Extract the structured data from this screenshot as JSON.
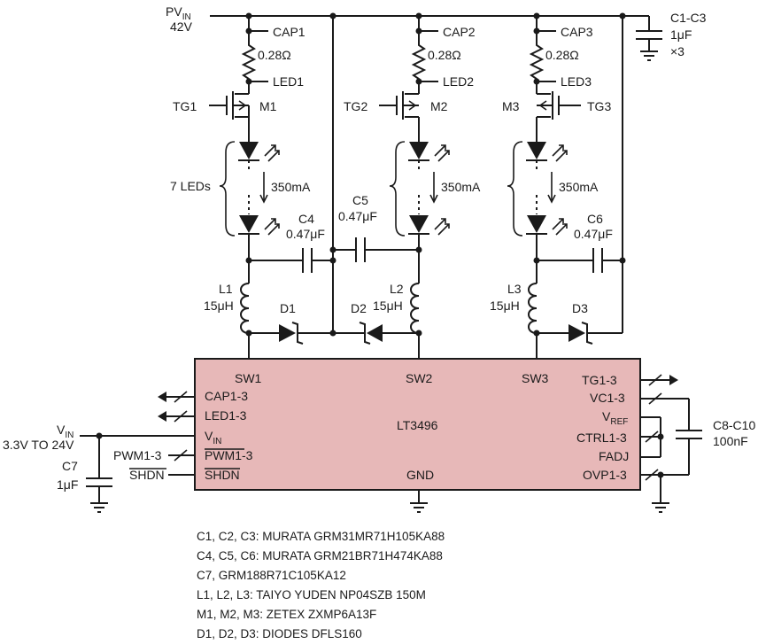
{
  "supply": {
    "pvin_main": "PV",
    "pvin_sub": "IN",
    "pvin_value": "42V"
  },
  "caps_bank": {
    "name": "C1-C3",
    "value": "1μF",
    "mult": "×3"
  },
  "channels": [
    {
      "cap": "CAP1",
      "res": "0.28Ω",
      "led": "LED1",
      "tg": "TG1",
      "fet": "M1",
      "inductor": "L1",
      "ind_value": "15μH",
      "diode": "D1"
    },
    {
      "cap": "CAP2",
      "res": "0.28Ω",
      "led": "LED2",
      "tg": "TG2",
      "fet": "M2",
      "inductor": "L2",
      "ind_value": "15μH",
      "diode": "D2"
    },
    {
      "cap": "CAP3",
      "res": "0.28Ω",
      "led": "LED3",
      "tg": "TG3",
      "fet": "M3",
      "inductor": "L3",
      "ind_value": "15μH",
      "diode": "D3"
    }
  ],
  "led_string": {
    "count_label": "7 LEDs",
    "current": "350mA"
  },
  "coupling_caps": [
    {
      "name": "C4",
      "value": "0.47μF"
    },
    {
      "name": "C5",
      "value": "0.47μF"
    },
    {
      "name": "C6",
      "value": "0.47μF"
    }
  ],
  "ic": {
    "name": "LT3496",
    "pins_top": [
      "SW1",
      "SW2",
      "SW3"
    ],
    "pins_left": [
      "CAP1-3",
      "LED1-3",
      "V",
      "PWM1-3",
      "SHDN"
    ],
    "vin_sub": "IN",
    "pin_bottom": "GND",
    "pins_right": [
      "TG1-3",
      "VC1-3",
      "V",
      "CTRL1-3",
      "FADJ",
      "OVP1-3"
    ],
    "vref_sub": "REF"
  },
  "input": {
    "vin_main": "V",
    "vin_sub": "IN",
    "range": "3.3V TO 24V",
    "pwm": "PWM1-3",
    "shdn": "SHDN",
    "cap_name": "C7",
    "cap_value": "1μF"
  },
  "comp_caps": {
    "name": "C8-C10",
    "value": "100nF"
  },
  "bom": [
    "C1, C2, C3: MURATA GRM31MR71H105KA88",
    "C4, C5, C6: MURATA GRM21BR71H474KA88",
    "C7, GRM188R71C105KA12",
    "L1, L2, L3: TAIYO YUDEN NP04SZB 150M",
    "M1, M2, M3: ZETEX ZXMP6A13F",
    "D1, D2, D3: DIODES DFLS160"
  ]
}
